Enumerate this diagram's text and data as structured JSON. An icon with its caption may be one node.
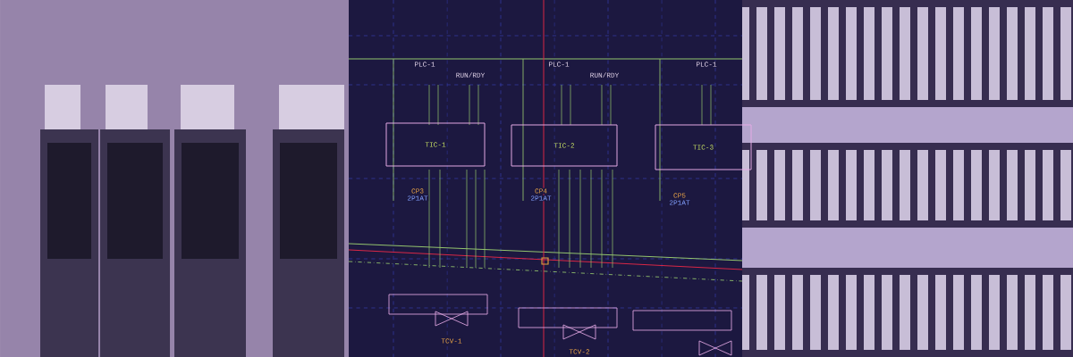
{
  "diagram": {
    "nodes": [
      {
        "text": [
          "TIC-1"
        ]
      },
      {
        "text": [
          "TIC-2"
        ]
      },
      {
        "text": [
          "TIC-3"
        ]
      }
    ],
    "labels": [
      "PLC-1",
      "PLC-1",
      "PLC-1",
      "RUN/RDY",
      "RUN/RDY",
      "CP3",
      "2P1AT",
      "CP4",
      "2P1AT",
      "CP5",
      "2P1AT",
      "TCV-1",
      "TCV-2"
    ]
  }
}
